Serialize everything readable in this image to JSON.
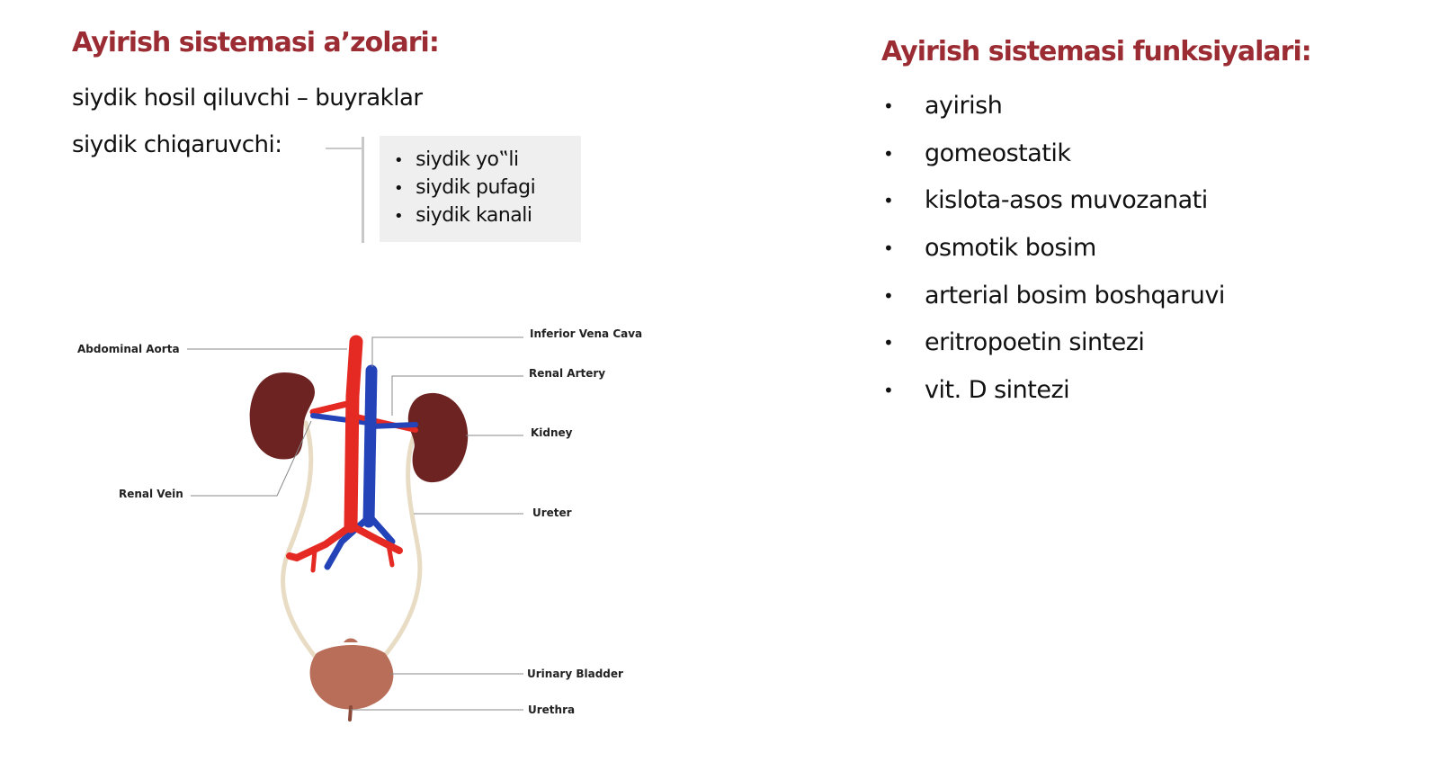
{
  "left": {
    "title": "Ayirish sistemasi a’zolari:",
    "line1": "siydik hosil qiluvchi – buyraklar",
    "line2": "siydik chiqaruvchi:",
    "chiqaruvchi_items": [
      "siydik yo‟li",
      "siydik pufagi",
      "siydik kanali"
    ]
  },
  "right": {
    "title": "Ayirish sistemasi funksiyalari:",
    "functions": [
      "ayirish",
      "gomeostatik",
      "kislota-asos muvozanati",
      "osmotik bosim",
      "arterial bosim boshqaruvi",
      "eritropoetin sintezi",
      "vit. D sintezi"
    ]
  },
  "diagram": {
    "labels": {
      "abdominal_aorta": "Abdominal Aorta",
      "inferior_vena_cava": "Inferior Vena Cava",
      "renal_artery": "Renal Artery",
      "kidney": "Kidney",
      "renal_vein": "Renal Vein",
      "ureter": "Ureter",
      "urinary_bladder": "Urinary Bladder",
      "urethra": "Urethra"
    },
    "colors": {
      "artery": "#e52a24",
      "vein": "#2443b8",
      "kidney": "#6e2323",
      "ureter": "#e8dcc4",
      "bladder": "#b86e58"
    }
  },
  "colors": {
    "title": "#9b2c33",
    "box_bg": "#efefef",
    "bracket": "#c8c8c8"
  }
}
